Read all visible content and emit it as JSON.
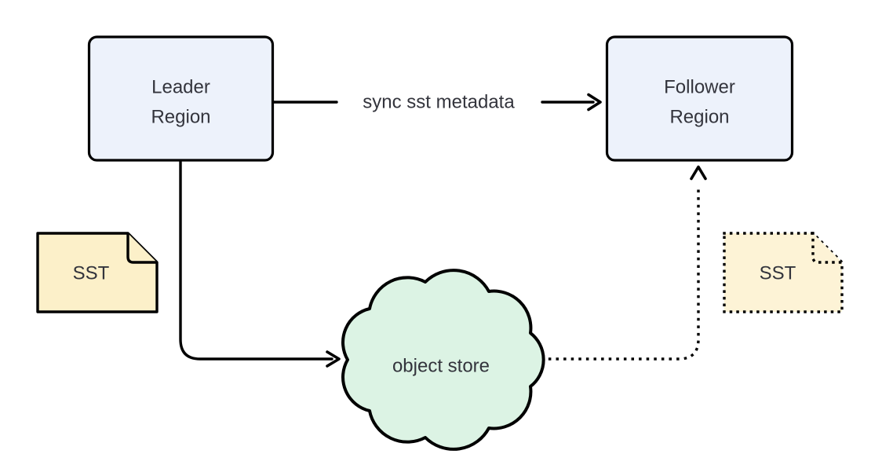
{
  "diagram": {
    "background_color": "#ffffff",
    "stroke_color": "#000000",
    "text_color": "#33343c",
    "nodes": {
      "leader": {
        "label_line1": "Leader",
        "label_line2": "Region",
        "fill": "#edf2fb",
        "border_style": "solid"
      },
      "follower": {
        "label_line1": "Follower",
        "label_line2": "Region",
        "fill": "#edf2fb",
        "border_style": "solid"
      },
      "object_store": {
        "label": "object store",
        "fill": "#dcf3e4",
        "shape": "cloud",
        "border_style": "solid"
      },
      "sst_left": {
        "label": "SST",
        "fill": "#fcf0c9",
        "shape": "note",
        "border_style": "solid"
      },
      "sst_right": {
        "label": "SST",
        "fill": "#fdf3d6",
        "shape": "note",
        "border_style": "dotted"
      }
    },
    "edges": {
      "sync": {
        "label": "sync sst metadata",
        "from": "leader",
        "to": "follower",
        "style": "solid"
      },
      "upload": {
        "from": "leader",
        "to": "object_store",
        "style": "solid"
      },
      "download": {
        "from": "object_store",
        "to": "follower",
        "style": "dotted"
      }
    }
  }
}
